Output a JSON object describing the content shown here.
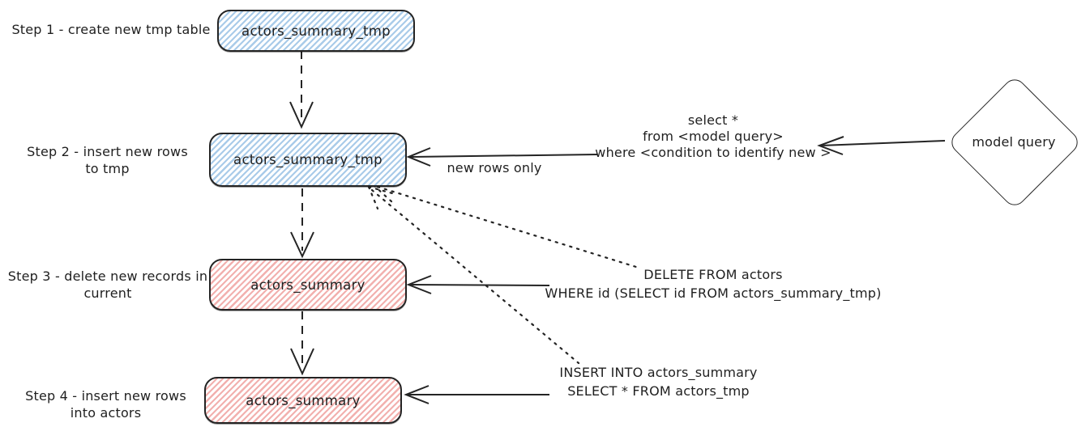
{
  "diagram": {
    "colors": {
      "stroke": "#242424",
      "blue_hatch": "#a9cbe9",
      "pink_hatch": "#f2b0ae"
    },
    "steps": [
      {
        "label_line1": "Step 1 - create new tmp table",
        "label_line2": ""
      },
      {
        "label_line1": "Step 2 - insert new rows",
        "label_line2": "to tmp"
      },
      {
        "label_line1": "Step 3 - delete new records in",
        "label_line2": "current"
      },
      {
        "label_line1": "Step 4 - insert new rows",
        "label_line2": "into actors"
      }
    ],
    "nodes": {
      "tmp_table_1": "actors_summary_tmp",
      "tmp_table_2": "actors_summary_tmp",
      "summary_table_1": "actors_summary",
      "summary_table_2": "actors_summary",
      "model_query": "model query"
    },
    "annotations": {
      "query_line1": "select *",
      "query_line2": "from <model query>",
      "query_line3": "where <condition to identify new >",
      "new_rows_label": "new rows only",
      "delete_line1": "DELETE FROM actors",
      "delete_line2": "WHERE id (SELECT id FROM actors_summary_tmp)",
      "insert_line1": "INSERT INTO actors_summary",
      "insert_line2": "SELECT * FROM actors_tmp"
    }
  }
}
